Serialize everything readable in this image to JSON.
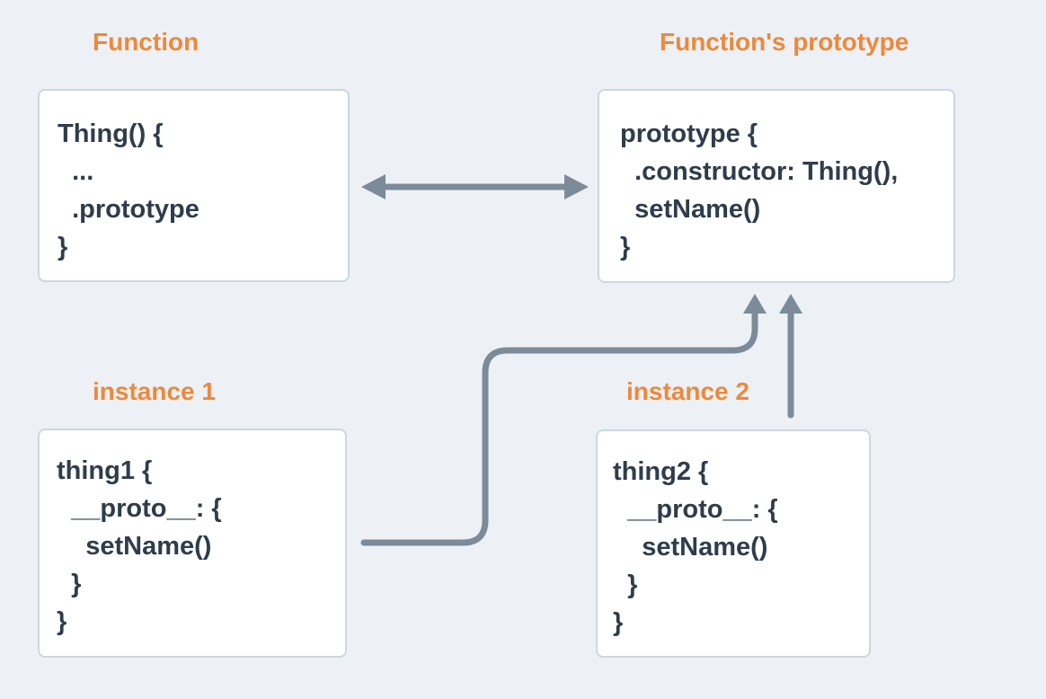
{
  "diagram": {
    "description": "JavaScript function, prototype and instances relationship diagram",
    "nodes": {
      "function": {
        "label": "Function",
        "code": "Thing() {\n  ...\n  .prototype\n}"
      },
      "prototype": {
        "label": "Function's prototype",
        "code": "prototype {\n  .constructor: Thing(),\n  setName()\n}"
      },
      "instance1": {
        "label": "instance 1",
        "code": "thing1 {\n  __proto__: {\n    setName()\n  }\n}"
      },
      "instance2": {
        "label": "instance 2",
        "code": "thing2 {\n  __proto__: {\n    setName()\n  }\n}"
      }
    },
    "edges": [
      {
        "from": "function",
        "to": "prototype",
        "style": "double-headed-arrow"
      },
      {
        "from": "instance1",
        "to": "prototype",
        "style": "curved-arrow"
      },
      {
        "from": "instance2",
        "to": "prototype",
        "style": "straight-arrow"
      }
    ],
    "colors": {
      "background": "#edf1f5",
      "box_fill": "#ffffff",
      "box_border": "#ccd7de",
      "label_orange": "#ed893c",
      "code_text": "#2e3d4b",
      "arrow_gray": "#7b8b99"
    }
  }
}
